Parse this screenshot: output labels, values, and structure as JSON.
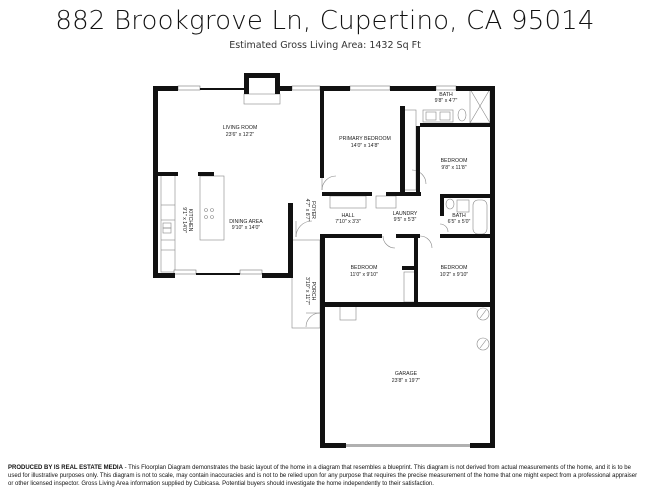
{
  "header": {
    "title": "882 Brookgrove Ln, Cupertino, CA 95014",
    "subtitle": "Estimated Gross Living Area: 1432 Sq Ft"
  },
  "rooms": {
    "living_room": {
      "name": "LIVING ROOM",
      "size": "23'6\" x 12'2\""
    },
    "primary_bedroom": {
      "name": "PRIMARY BEDROOM",
      "size": "14'0\" x 14'8\""
    },
    "primary_bath": {
      "name": "BATH",
      "size": "9'8\" x 4'7\""
    },
    "bedroom_ne": {
      "name": "BEDROOM",
      "size": "9'8\" x 11'8\""
    },
    "kitchen": {
      "name": "KITCHEN",
      "size": "9'1\" x 14'0\""
    },
    "dining_area": {
      "name": "DINING AREA",
      "size": "9'10\" x 14'0\""
    },
    "foyer": {
      "name": "FOYER",
      "size": "4'7\" x 8'7\""
    },
    "hall": {
      "name": "HALL",
      "size": "7'10\" x 3'3\""
    },
    "laundry": {
      "name": "LAUNDRY",
      "size": "9'5\" x 5'3\""
    },
    "hall_bath": {
      "name": "BATH",
      "size": "6'5\" x 5'0\""
    },
    "bedroom_sw": {
      "name": "BEDROOM",
      "size": "11'0\" x 9'10\""
    },
    "bedroom_se": {
      "name": "BEDROOM",
      "size": "10'2\" x 9'10\""
    },
    "porch": {
      "name": "PORCH",
      "size": "3'10\" x 11'7\""
    },
    "garage": {
      "name": "GARAGE",
      "size": "23'8\" x 19'7\""
    }
  },
  "footer": {
    "producer": "PRODUCED BY IS REAL ESTATE MEDIA",
    "disclaimer": " - This Floorplan Diagram demonstrates the basic layout of the home in a diagram that resembles a blueprint. This diagram is not derived from actual measurements of the home, and it is to be used for illustrative purposes only. This diagram is not to scale, may contain inaccuracies and is not to be relied upon for any purpose that requires the precise measurement of the home that one might expect from a professional appraiser or other licensed inspector. Gross Living Area information supplied by Cubicasa. Potential buyers should investigate the home independently to their satisfaction."
  },
  "colors": {
    "wall": "#111111",
    "line": "#888888",
    "garage_door": "#b0b0b0"
  }
}
